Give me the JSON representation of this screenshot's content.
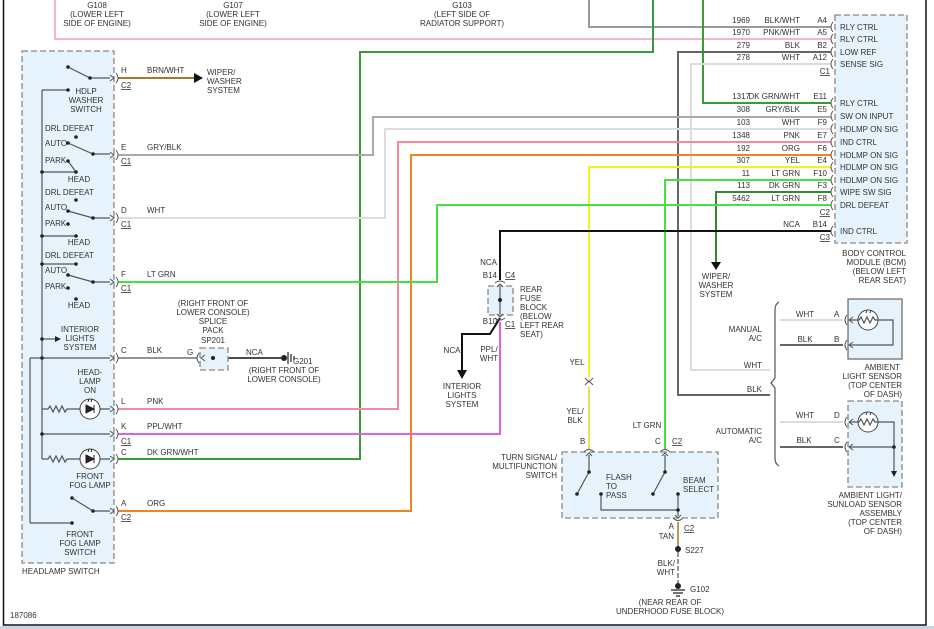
{
  "document_id": "187086",
  "wire_colors": {
    "blk_wht": "#9a9a9a",
    "pnk_wht": "#f4b6c6",
    "blk": "#666666",
    "wht": "#dcdcdc",
    "dk_grn_wht": "#3a9a3a",
    "gry_blk": "#aaaaaa",
    "pnk": "#f08ca0",
    "org": "#f08420",
    "yel": "#f2f21e",
    "yel_blk": "#e6e060",
    "lt_grn": "#44e044",
    "dk_grn": "#2e8b2e",
    "ppl_wht": "#e060e0",
    "brn_wht": "#a5782c",
    "tan": "#b89a5a",
    "nca": "#111111",
    "module_fill": "#e6f3fc"
  },
  "grounds_top": [
    {
      "id": "G108",
      "lines": [
        "(LOWER LEFT",
        "SIDE OF ENGINE)"
      ]
    },
    {
      "id": "G107",
      "lines": [
        "(LOWER LEFT",
        "SIDE OF ENGINE)"
      ]
    },
    {
      "id": "G103",
      "lines": [
        "(LEFT SIDE OF",
        "RADIATOR SUPPORT)"
      ]
    }
  ],
  "bcm": {
    "label_lines": [
      "BODY CONTROL",
      "MODULE (BCM)",
      "(BELOW LEFT",
      "REAR SEAT)"
    ],
    "pins": [
      {
        "circuit": "1969",
        "color": "BLK/WHT",
        "pin": "A4",
        "function": "RLY CTRL"
      },
      {
        "circuit": "1970",
        "color": "PNK/WHT",
        "pin": "A5",
        "function": "RLY CTRL"
      },
      {
        "circuit": "279",
        "color": "BLK",
        "pin": "B2",
        "function": "LOW REF"
      },
      {
        "circuit": "278",
        "color": "WHT",
        "pin": "A12",
        "function": "SENSE SIG"
      },
      {
        "circuit": "1317",
        "color": "DK GRN/WHT",
        "pin": "E11",
        "function": "RLY CTRL"
      },
      {
        "circuit": "308",
        "color": "GRY/BLK",
        "pin": "E5",
        "function": "SW ON INPUT"
      },
      {
        "circuit": "103",
        "color": "WHT",
        "pin": "F9",
        "function": "HDLMP ON SIG"
      },
      {
        "circuit": "1348",
        "color": "PNK",
        "pin": "E7",
        "function": "IND CTRL"
      },
      {
        "circuit": "192",
        "color": "ORG",
        "pin": "F6",
        "function": "HDLMP ON SIG"
      },
      {
        "circuit": "307",
        "color": "YEL",
        "pin": "E4",
        "function": "HDLMP ON SIG"
      },
      {
        "circuit": "11",
        "color": "LT GRN",
        "pin": "F10",
        "function": "HDLMP ON SIG"
      },
      {
        "circuit": "113",
        "color": "DK GRN",
        "pin": "F3",
        "function": "WIPE SW SIG"
      },
      {
        "circuit": "5462",
        "color": "LT GRN",
        "pin": "F8",
        "function": "DRL DEFEAT"
      },
      {
        "circuit": "",
        "color": "NCA",
        "pin": "B14",
        "function": "IND CTRL"
      }
    ],
    "connector_labels": [
      "C1",
      "C2",
      "C3"
    ]
  },
  "headlamp_switch": {
    "label": "HEADLAMP SWITCH",
    "pins": [
      {
        "pin": "H",
        "color": "BRN/WHT",
        "connector": "C2"
      },
      {
        "pin": "E",
        "color": "GRY/BLK",
        "connector": "C1"
      },
      {
        "pin": "D",
        "color": "WHT",
        "connector": "C1"
      },
      {
        "pin": "F",
        "color": "LT GRN",
        "connector": "C1"
      },
      {
        "pin": "C",
        "color": "BLK",
        "connector": ""
      },
      {
        "pin": "L",
        "color": "PNK",
        "connector": ""
      },
      {
        "pin": "K",
        "color": "PPL/WHT",
        "connector": "C1"
      },
      {
        "pin": "C",
        "color": "DK GRN/WHT",
        "connector": ""
      },
      {
        "pin": "A",
        "color": "ORG",
        "connector": "C2"
      }
    ],
    "washer_switch_lines": [
      "HDLP",
      "WASHER",
      "SWITCH"
    ],
    "positions": {
      "drl_defeat": "DRL DEFEAT",
      "auto": "AUTO",
      "park": "PARK",
      "head": "HEAD"
    },
    "interior_lights_lines": [
      "INTERIOR",
      "LIGHTS",
      "SYSTEM"
    ],
    "headlamp_on_lines": [
      "HEAD-",
      "LAMP",
      "ON"
    ],
    "front_fog_lamp_lines": [
      "FRONT",
      "FOG LAMP"
    ],
    "fog_lamp_switch_lines": [
      "FRONT",
      "FOG LAMP",
      "SWITCH"
    ]
  },
  "wiper_washer_lines": [
    "WIPER/",
    "WASHER",
    "SYSTEM"
  ],
  "splice_pack": {
    "location_lines": [
      "(RIGHT FRONT OF",
      "LOWER CONSOLE)"
    ],
    "name_lines": [
      "SPLICE",
      "PACK",
      "SP201"
    ],
    "pin": "G",
    "wire": "NCA"
  },
  "ground_g201": {
    "id": "G201",
    "lines": [
      "(RIGHT FRONT OF",
      "LOWER CONSOLE)"
    ]
  },
  "rear_fuse_block": {
    "wire_in": "NCA",
    "pin_in": "B14",
    "connector_in": "C4",
    "label_lines": [
      "REAR",
      "FUSE",
      "BLOCK",
      "(BELOW",
      "LEFT REAR",
      "SEAT)"
    ],
    "pin_out": "B10",
    "connector_out": "C1",
    "wire_out": "NCA",
    "ppl_wht_lines": [
      "PPL/",
      "WHT"
    ],
    "interior_lights_lines": [
      "INTERIOR",
      "LIGHTS",
      "SYSTEM"
    ]
  },
  "turn_signal_switch": {
    "label_lines": [
      "TURN SIGNAL/",
      "MULTIFUNCTION",
      "SWITCH"
    ],
    "yel_label": "YEL",
    "yel_blk_lines": [
      "YEL/",
      "BLK"
    ],
    "lt_grn_label": "LT GRN",
    "pin_b": "B",
    "pin_c": "C",
    "connector_top": "C2",
    "flash_to_pass_lines": [
      "FLASH",
      "TO",
      "PASS"
    ],
    "beam_select_lines": [
      "BEAM",
      "SELECT"
    ],
    "pin_a": "A",
    "connector_bottom": "C2",
    "tan_label": "TAN",
    "splice": "S227",
    "blk_wht_lines": [
      "BLK/",
      "WHT"
    ],
    "ground": "G102",
    "ground_location_lines": [
      "(NEAR REAR OF",
      "UNDERHOOD FUSE BLOCK)"
    ]
  },
  "ambient_sensor": {
    "manual_lines": [
      "MANUAL",
      "A/C"
    ],
    "wht": "WHT",
    "pin_a": "A",
    "blk": "BLK",
    "pin_b": "B",
    "side_wht": "WHT",
    "side_blk": "BLK",
    "label_lines": [
      "AMBIENT",
      "LIGHT SENSOR",
      "(TOP CENTER",
      "OF DASH)"
    ]
  },
  "sunload_sensor": {
    "automatic_lines": [
      "AUTOMATIC",
      "A/C"
    ],
    "wht": "WHT",
    "pin_d": "D",
    "blk": "BLK",
    "pin_c": "C",
    "label_lines": [
      "AMBIENT LIGHT/",
      "SUNLOAD SENSOR",
      "ASSEMBLY",
      "(TOP CENTER",
      "OF DASH)"
    ]
  }
}
